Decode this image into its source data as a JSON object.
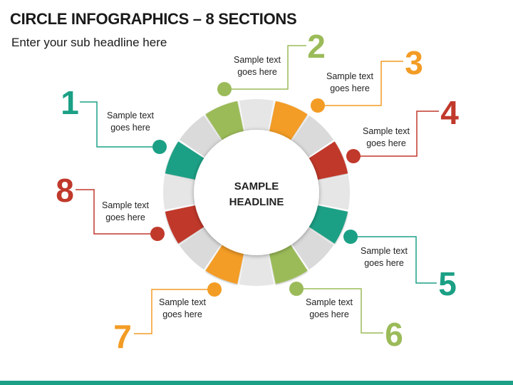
{
  "header": {
    "title": "CIRCLE INFOGRAPHICS – 8 SECTIONS",
    "subtitle": "Enter your sub headline here"
  },
  "center": {
    "line1": "SAMPLE",
    "line2": "HEADLINE"
  },
  "colors": {
    "green": "#9BBB59",
    "orange": "#F39C25",
    "red": "#C0392B",
    "teal": "#1BA085",
    "ring_light": "#DADADA",
    "ring_lighter": "#E6E6E6",
    "bar": "#1BA085"
  },
  "items": [
    {
      "number": "1",
      "line1": "Sample text",
      "line2": "goes here",
      "color": "#1BA085"
    },
    {
      "number": "2",
      "line1": "Sample text",
      "line2": "goes here",
      "color": "#9BBB59"
    },
    {
      "number": "3",
      "line1": "Sample text",
      "line2": "goes here",
      "color": "#F39C25"
    },
    {
      "number": "4",
      "line1": "Sample text",
      "line2": "goes here",
      "color": "#C0392B"
    },
    {
      "number": "5",
      "line1": "Sample text",
      "line2": "goes here",
      "color": "#1BA085"
    },
    {
      "number": "6",
      "line1": "Sample text",
      "line2": "goes here",
      "color": "#9BBB59"
    },
    {
      "number": "7",
      "line1": "Sample text",
      "line2": "goes here",
      "color": "#F39C25"
    },
    {
      "number": "8",
      "line1": "Sample text",
      "line2": "goes here",
      "color": "#C0392B"
    }
  ]
}
